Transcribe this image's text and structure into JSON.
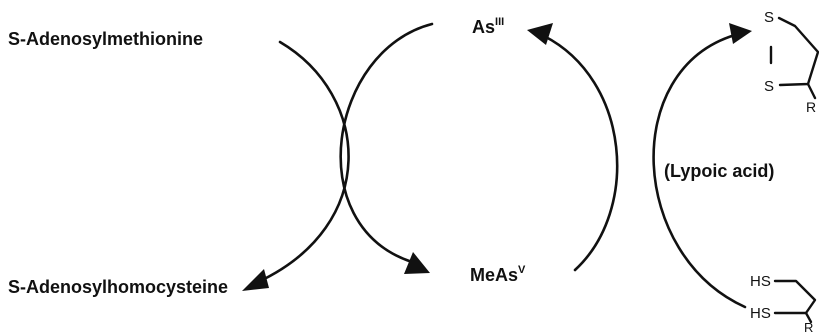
{
  "cofactors": {
    "methyl_donor": "S-Adenosylmethionine",
    "demethylated_product": "S-Adenosylhomocysteine"
  },
  "species": {
    "arsenite": {
      "base": "As",
      "superscript": "III"
    },
    "methylarsenate": {
      "base": "MeAs",
      "superscript": "V"
    }
  },
  "reductant": {
    "name": "(Lypoic acid)",
    "oxidized_form": {
      "atom_top": "S",
      "atom_bottom": "S",
      "r_group": "R"
    },
    "reduced_form": {
      "thiol_top": "HS",
      "thiol_bottom": "HS",
      "r_group": "R"
    }
  }
}
